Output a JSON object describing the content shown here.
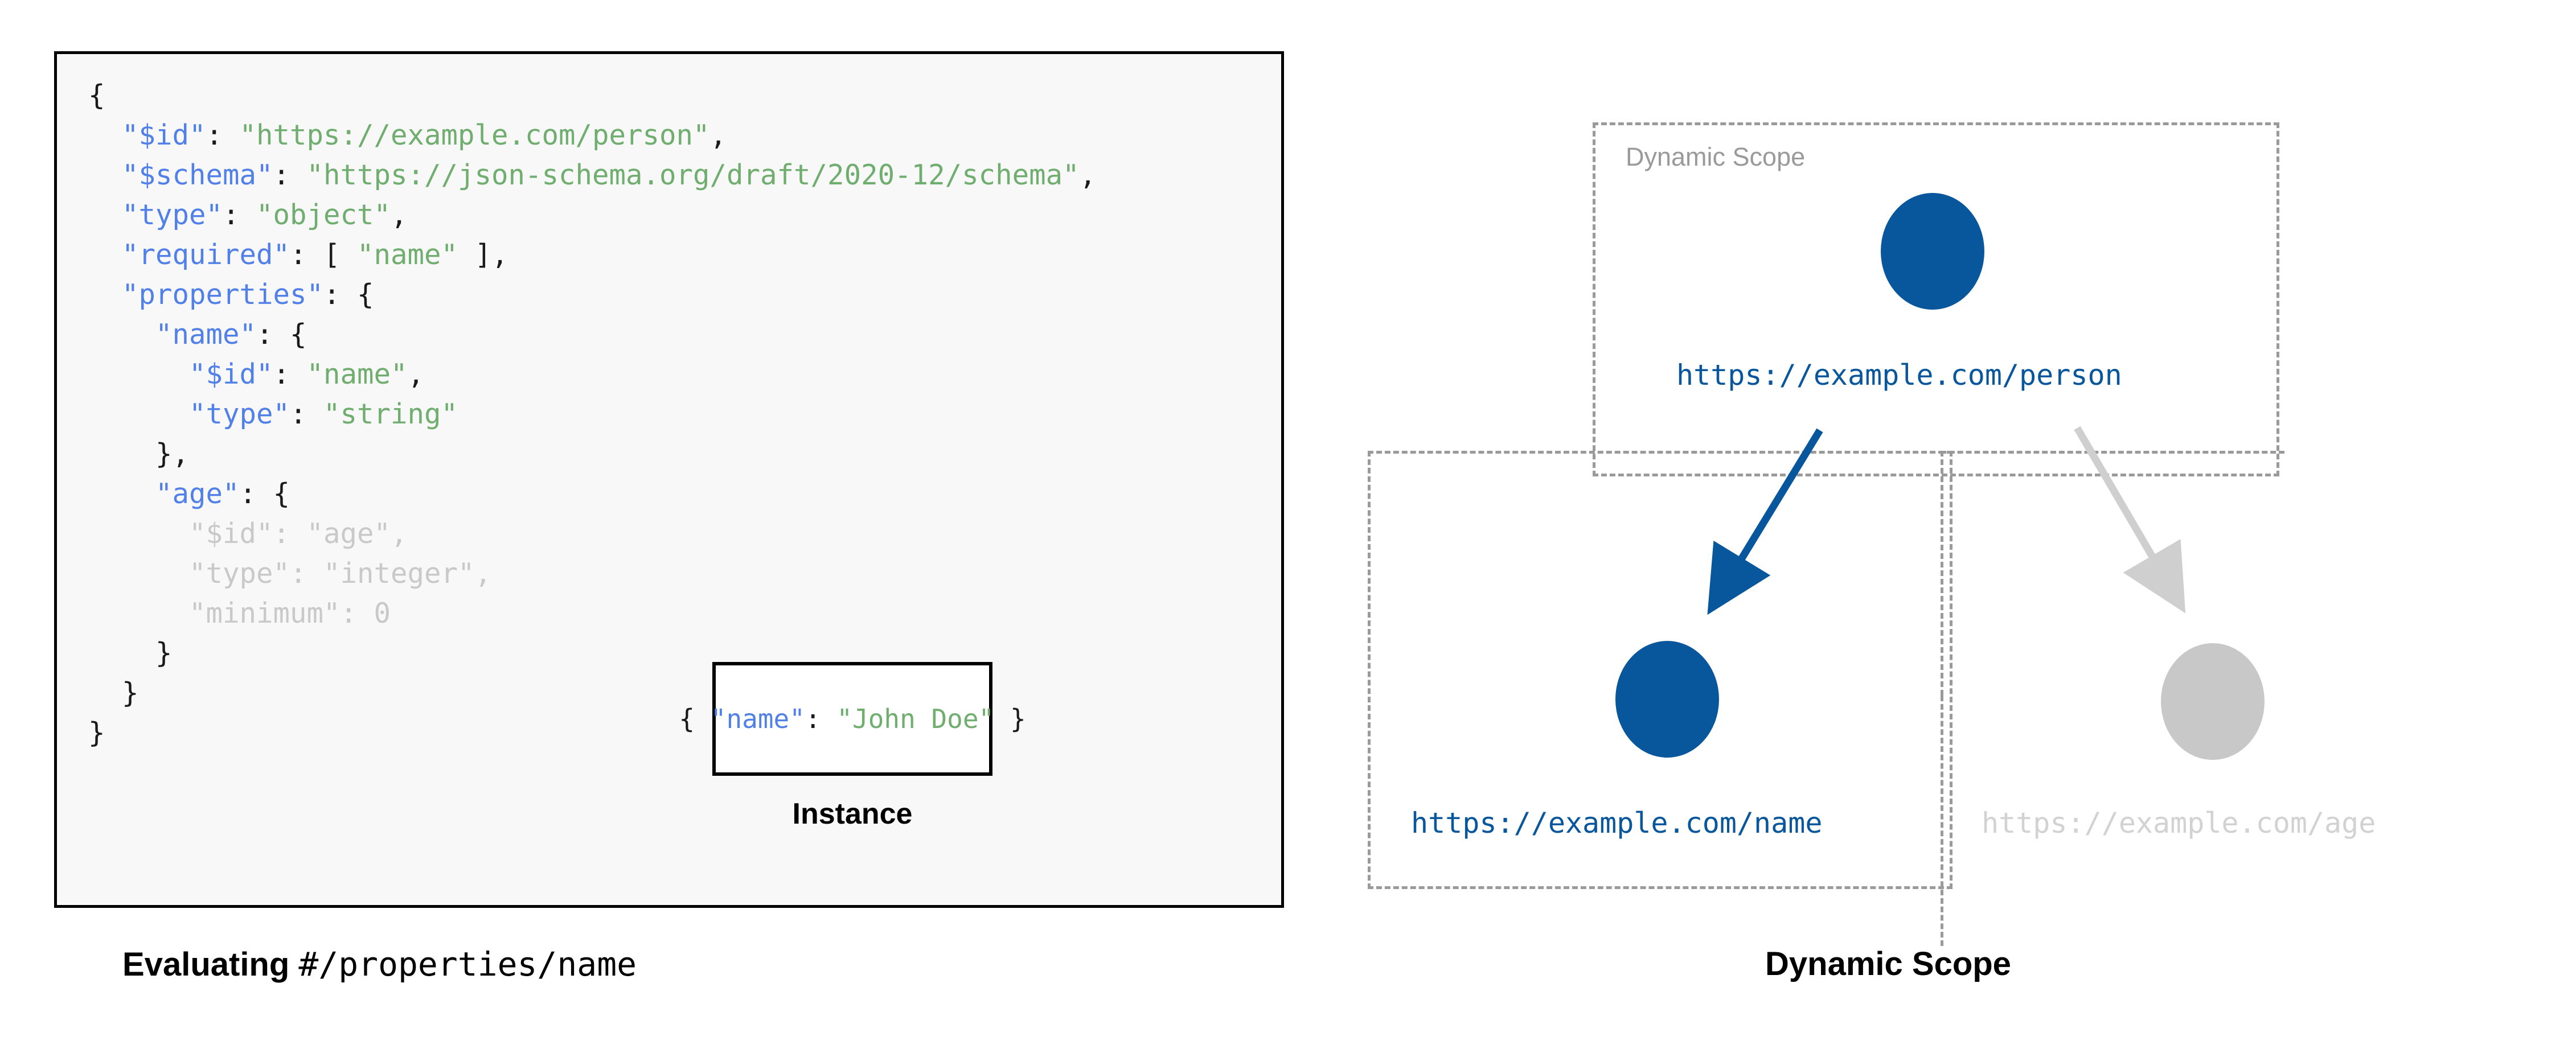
{
  "left_panel": {
    "code_lines": [
      {
        "indent": 0,
        "dim": false,
        "tokens": [
          {
            "t": "punct",
            "v": "{"
          }
        ]
      },
      {
        "indent": 1,
        "dim": false,
        "tokens": [
          {
            "t": "key",
            "v": "\"$id\""
          },
          {
            "t": "punct",
            "v": ": "
          },
          {
            "t": "str",
            "v": "\"https://example.com/person\""
          },
          {
            "t": "punct",
            "v": ","
          }
        ]
      },
      {
        "indent": 1,
        "dim": false,
        "tokens": [
          {
            "t": "key",
            "v": "\"$schema\""
          },
          {
            "t": "punct",
            "v": ": "
          },
          {
            "t": "str",
            "v": "\"https://json-schema.org/draft/2020-12/schema\""
          },
          {
            "t": "punct",
            "v": ","
          }
        ]
      },
      {
        "indent": 1,
        "dim": false,
        "tokens": [
          {
            "t": "key",
            "v": "\"type\""
          },
          {
            "t": "punct",
            "v": ": "
          },
          {
            "t": "str",
            "v": "\"object\""
          },
          {
            "t": "punct",
            "v": ","
          }
        ]
      },
      {
        "indent": 1,
        "dim": false,
        "tokens": [
          {
            "t": "key",
            "v": "\"required\""
          },
          {
            "t": "punct",
            "v": ": [ "
          },
          {
            "t": "str",
            "v": "\"name\""
          },
          {
            "t": "punct",
            "v": " ],"
          }
        ]
      },
      {
        "indent": 1,
        "dim": false,
        "tokens": [
          {
            "t": "key",
            "v": "\"properties\""
          },
          {
            "t": "punct",
            "v": ": {"
          }
        ]
      },
      {
        "indent": 2,
        "dim": false,
        "tokens": [
          {
            "t": "key",
            "v": "\"name\""
          },
          {
            "t": "punct",
            "v": ": {"
          }
        ]
      },
      {
        "indent": 3,
        "dim": false,
        "tokens": [
          {
            "t": "key",
            "v": "\"$id\""
          },
          {
            "t": "punct",
            "v": ": "
          },
          {
            "t": "str",
            "v": "\"name\""
          },
          {
            "t": "punct",
            "v": ","
          }
        ]
      },
      {
        "indent": 3,
        "dim": false,
        "tokens": [
          {
            "t": "key",
            "v": "\"type\""
          },
          {
            "t": "punct",
            "v": ": "
          },
          {
            "t": "str",
            "v": "\"string\""
          }
        ]
      },
      {
        "indent": 2,
        "dim": false,
        "tokens": [
          {
            "t": "punct",
            "v": "},"
          }
        ]
      },
      {
        "indent": 2,
        "dim": false,
        "tokens": [
          {
            "t": "key",
            "v": "\"age\""
          },
          {
            "t": "punct",
            "v": ": {"
          }
        ]
      },
      {
        "indent": 3,
        "dim": true,
        "tokens": [
          {
            "t": "key",
            "v": "\"$id\""
          },
          {
            "t": "punct",
            "v": ": "
          },
          {
            "t": "str",
            "v": "\"age\""
          },
          {
            "t": "punct",
            "v": ","
          }
        ]
      },
      {
        "indent": 3,
        "dim": true,
        "tokens": [
          {
            "t": "key",
            "v": "\"type\""
          },
          {
            "t": "punct",
            "v": ": "
          },
          {
            "t": "str",
            "v": "\"integer\""
          },
          {
            "t": "punct",
            "v": ","
          }
        ]
      },
      {
        "indent": 3,
        "dim": true,
        "tokens": [
          {
            "t": "key",
            "v": "\"minimum\""
          },
          {
            "t": "punct",
            "v": ": "
          },
          {
            "t": "num",
            "v": "0"
          }
        ]
      },
      {
        "indent": 2,
        "dim": false,
        "tokens": [
          {
            "t": "punct",
            "v": "}"
          }
        ]
      },
      {
        "indent": 1,
        "dim": false,
        "tokens": [
          {
            "t": "punct",
            "v": "}"
          }
        ]
      },
      {
        "indent": 0,
        "dim": false,
        "tokens": [
          {
            "t": "punct",
            "v": "}"
          }
        ]
      }
    ],
    "instance": {
      "tokens": [
        {
          "t": "punct",
          "v": "{ "
        },
        {
          "t": "key",
          "v": "\"name\""
        },
        {
          "t": "punct",
          "v": ": "
        },
        {
          "t": "str",
          "v": "\"John Doe\""
        },
        {
          "t": "punct",
          "v": " }"
        }
      ],
      "caption": "Instance"
    },
    "caption_bold": "Evaluating ",
    "caption_mono": "#/properties/name"
  },
  "right_panel": {
    "caption": "Dynamic Scope",
    "scope_label": "Dynamic Scope",
    "nodes": [
      {
        "id": "person",
        "label": "https://example.com/person",
        "state": "active"
      },
      {
        "id": "name",
        "label": "https://example.com/name",
        "state": "active"
      },
      {
        "id": "age",
        "label": "https://example.com/age",
        "state": "dim"
      }
    ]
  },
  "colors": {
    "accent_blue": "#08569b",
    "dim_gray": "#c8c8c8",
    "dash_gray": "#9a9a9a",
    "code_key": "#5080e8",
    "code_string": "#6fae6f",
    "code_dim": "#c9c9c9",
    "panel_bg": "#f8f8f8",
    "border_black": "#000000"
  }
}
